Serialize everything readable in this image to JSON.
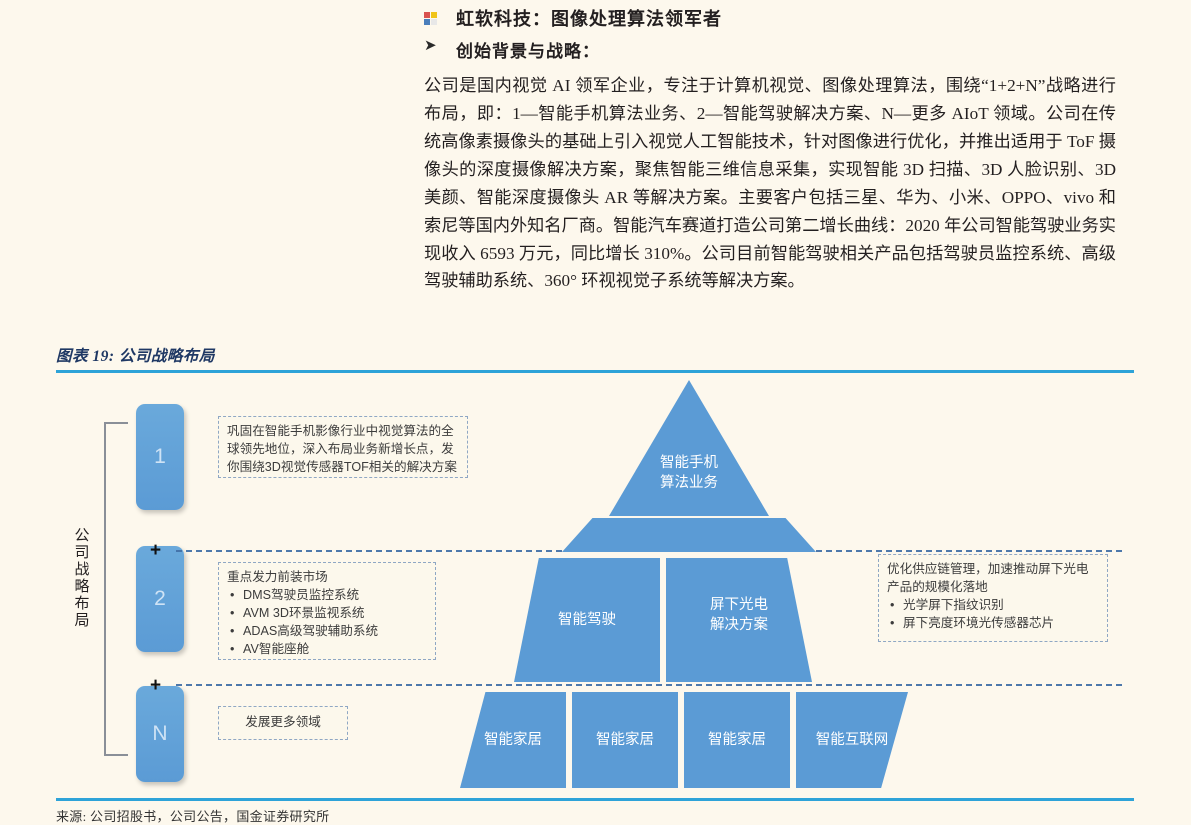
{
  "article": {
    "heading": "虹软科技：图像处理算法领军者",
    "subheading": "创始背景与战略：",
    "body": "公司是国内视觉 AI 领军企业，专注于计算机视觉、图像处理算法，围绕“1+2+N”战略进行布局，即：1—智能手机算法业务、2—智能驾驶解决方案、N—更多 AIoT 领域。公司在传统高像素摄像头的基础上引入视觉人工智能技术，针对图像进行优化，并推出适用于 ToF 摄像头的深度摄像解决方案，聚焦智能三维信息采集，实现智能 3D 扫描、3D 人脸识别、3D 美颜、智能深度摄像头 AR 等解决方案。主要客户包括三星、华为、小米、OPPO、vivo 和索尼等国内外知名厂商。智能汽车赛道打造公司第二增长曲线：2020 年公司智能驾驶业务实现收入 6593 万元，同比增长 310%。公司目前智能驾驶相关产品包括驾驶员监控系统、高级驾驶辅助系统、360° 环视视觉子系统等解决方案。"
  },
  "exhibit": {
    "title": "图表 19: 公司战略布局",
    "source": "来源: 公司招股书，公司公告，国金证券研究所",
    "accent_color": "#2ea3d8",
    "block_color": "#5b9bd5"
  },
  "diagram": {
    "left_axis_label": "公司战略布局",
    "plus_symbol": "+",
    "tiers": [
      {
        "badge": "1",
        "callout_text": "巩固在智能手机影像行业中视觉算法的全球领先地位，深入布局业务新增长点，发你围绕3D视觉传感器TOF相关的解决方案",
        "callout_bullets": []
      },
      {
        "badge": "2",
        "callout_text": "重点发力前装市场",
        "callout_bullets": [
          "DMS驾驶员监控系统",
          "AVM 3D环景监视系统",
          "ADAS高级驾驶辅助系统",
          "AV智能座舱"
        ]
      },
      {
        "badge": "N",
        "callout_text": "发展更多领域",
        "callout_bullets": []
      }
    ],
    "right_callout": {
      "text": "优化供应链管理，加速推动屏下光电产品的规模化落地",
      "bullets": [
        "光学屏下指纹识别",
        "屏下亮度环境光传感器芯片"
      ]
    },
    "pyramid": {
      "apex_label": "智能手机\n算法业务",
      "apex_label_line1": "智能手机",
      "apex_label_line2": "算法业务",
      "mid_left_label": "智能驾驶",
      "mid_right_label_line1": "屏下光电",
      "mid_right_label_line2": "解决方案",
      "base_labels": [
        "智能家居",
        "智能家居",
        "智能家居",
        "智能互联网"
      ]
    }
  }
}
